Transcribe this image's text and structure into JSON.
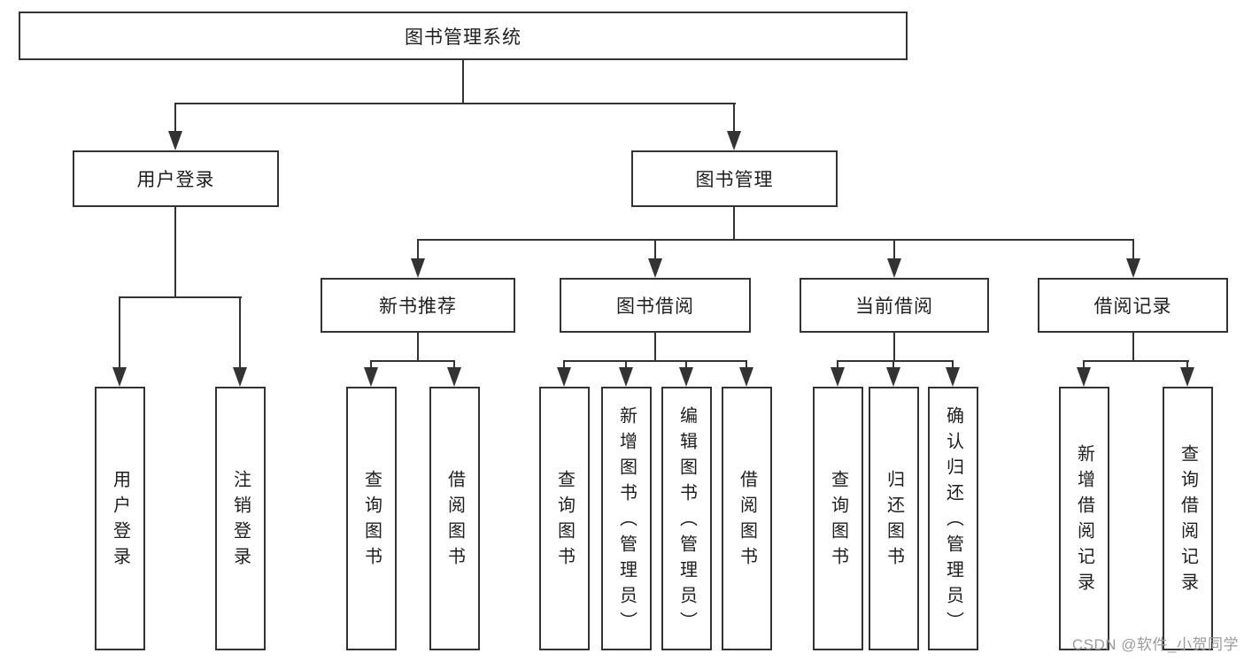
{
  "diagram": {
    "root": {
      "label": "图书管理系统",
      "children": [
        {
          "label": "用户登录",
          "children": [
            {
              "label": "用户登录"
            },
            {
              "label": "注销登录"
            }
          ]
        },
        {
          "label": "图书管理",
          "children": [
            {
              "label": "新书推荐",
              "children": [
                {
                  "label": "查询图书"
                },
                {
                  "label": "借阅图书"
                }
              ]
            },
            {
              "label": "图书借阅",
              "children": [
                {
                  "label": "查询图书"
                },
                {
                  "label": "新增图书（管理员）"
                },
                {
                  "label": "编辑图书（管理员）"
                },
                {
                  "label": "借阅图书"
                }
              ]
            },
            {
              "label": "当前借阅",
              "children": [
                {
                  "label": "查询图书"
                },
                {
                  "label": "归还图书"
                },
                {
                  "label": "确认归还（管理员）"
                }
              ]
            },
            {
              "label": "借阅记录",
              "children": [
                {
                  "label": "新增借阅记录"
                },
                {
                  "label": "查询借阅记录"
                }
              ]
            }
          ]
        }
      ]
    }
  },
  "watermark": {
    "text": "CSDN @软件_小贺同学"
  },
  "colors": {
    "line": "#333333",
    "text": "#1e1e1e",
    "watermark": "#9b9b9b",
    "background": "#ffffff"
  }
}
